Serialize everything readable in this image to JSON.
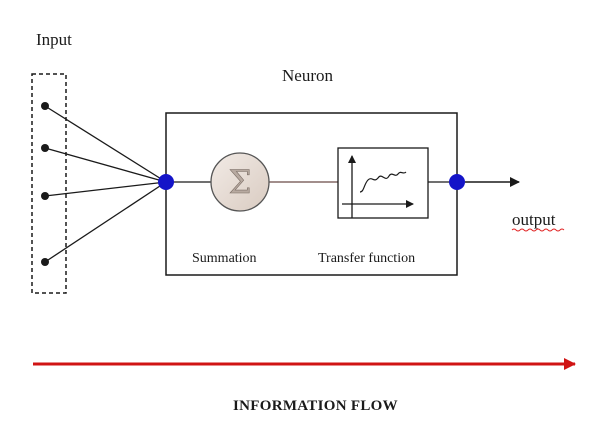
{
  "labels": {
    "input": "Input",
    "neuron": "Neuron",
    "summation": "Summation",
    "transfer_function": "Transfer function",
    "output": "output",
    "information_flow": "INFORMATION FLOW"
  },
  "symbols": {
    "sigma": "Σ"
  },
  "icons": {
    "summation": "sigma-icon",
    "transfer": "transfer-function-graph-icon"
  },
  "colors": {
    "node": "#1414c8",
    "flow_arrow": "#d01414",
    "stroke": "#1a1a1a",
    "sigma_fill": "#e6dbd3",
    "output_underline": "#e02020"
  }
}
